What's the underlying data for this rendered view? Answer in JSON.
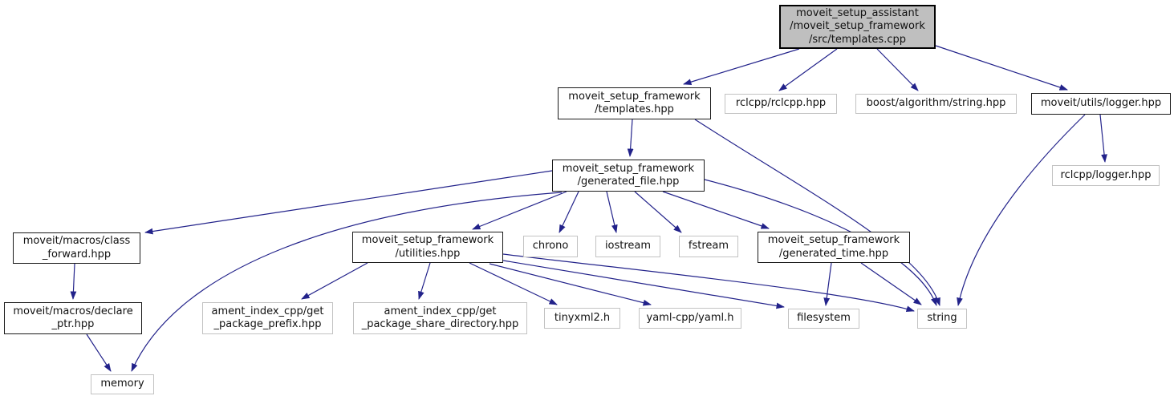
{
  "diagram": {
    "kind": "doxygen-include-dependency-graph",
    "colors": {
      "edge": "#22228a",
      "border_internal": "#1a1a1a",
      "border_external": "#c2c2c2",
      "root_fill": "#bfbfbf",
      "background": "#ffffff"
    },
    "nodes": {
      "root": {
        "label": "moveit_setup_assistant\n/moveit_setup_framework\n/src/templates.cpp",
        "kind": "root"
      },
      "templates_hpp": {
        "label": "moveit_setup_framework\n/templates.hpp",
        "kind": "internal"
      },
      "rclcpp_rclcpp": {
        "label": "rclcpp/rclcpp.hpp",
        "kind": "external"
      },
      "boost_string": {
        "label": "boost/algorithm/string.hpp",
        "kind": "external"
      },
      "utils_logger": {
        "label": "moveit/utils/logger.hpp",
        "kind": "internal"
      },
      "generated_file": {
        "label": "moveit_setup_framework\n/generated_file.hpp",
        "kind": "internal"
      },
      "rclcpp_logger": {
        "label": "rclcpp/logger.hpp",
        "kind": "external"
      },
      "class_forward": {
        "label": "moveit/macros/class\n_forward.hpp",
        "kind": "internal"
      },
      "utilities": {
        "label": "moveit_setup_framework\n/utilities.hpp",
        "kind": "internal"
      },
      "chrono": {
        "label": "chrono",
        "kind": "external"
      },
      "iostream": {
        "label": "iostream",
        "kind": "external"
      },
      "fstream": {
        "label": "fstream",
        "kind": "external"
      },
      "generated_time": {
        "label": "moveit_setup_framework\n/generated_time.hpp",
        "kind": "internal"
      },
      "declare_ptr": {
        "label": "moveit/macros/declare\n_ptr.hpp",
        "kind": "internal"
      },
      "pkg_prefix": {
        "label": "ament_index_cpp/get\n_package_prefix.hpp",
        "kind": "external"
      },
      "pkg_share_dir": {
        "label": "ament_index_cpp/get\n_package_share_directory.hpp",
        "kind": "external"
      },
      "tinyxml2": {
        "label": "tinyxml2.h",
        "kind": "external"
      },
      "yaml_cpp": {
        "label": "yaml-cpp/yaml.h",
        "kind": "external"
      },
      "filesystem": {
        "label": "filesystem",
        "kind": "external"
      },
      "string": {
        "label": "string",
        "kind": "external"
      },
      "memory": {
        "label": "memory",
        "kind": "external"
      }
    },
    "edges": [
      {
        "from": "root",
        "to": "templates_hpp"
      },
      {
        "from": "root",
        "to": "rclcpp_rclcpp"
      },
      {
        "from": "root",
        "to": "boost_string"
      },
      {
        "from": "root",
        "to": "utils_logger"
      },
      {
        "from": "templates_hpp",
        "to": "generated_file"
      },
      {
        "from": "templates_hpp",
        "to": "string"
      },
      {
        "from": "utils_logger",
        "to": "rclcpp_logger"
      },
      {
        "from": "utils_logger",
        "to": "string"
      },
      {
        "from": "generated_file",
        "to": "class_forward"
      },
      {
        "from": "generated_file",
        "to": "utilities"
      },
      {
        "from": "generated_file",
        "to": "chrono"
      },
      {
        "from": "generated_file",
        "to": "iostream"
      },
      {
        "from": "generated_file",
        "to": "fstream"
      },
      {
        "from": "generated_file",
        "to": "generated_time"
      },
      {
        "from": "generated_file",
        "to": "string"
      },
      {
        "from": "generated_file",
        "to": "memory"
      },
      {
        "from": "class_forward",
        "to": "declare_ptr"
      },
      {
        "from": "declare_ptr",
        "to": "memory"
      },
      {
        "from": "utilities",
        "to": "pkg_prefix"
      },
      {
        "from": "utilities",
        "to": "pkg_share_dir"
      },
      {
        "from": "utilities",
        "to": "tinyxml2"
      },
      {
        "from": "utilities",
        "to": "yaml_cpp"
      },
      {
        "from": "utilities",
        "to": "filesystem"
      },
      {
        "from": "utilities",
        "to": "string"
      },
      {
        "from": "generated_time",
        "to": "filesystem"
      },
      {
        "from": "generated_time",
        "to": "string"
      }
    ]
  }
}
